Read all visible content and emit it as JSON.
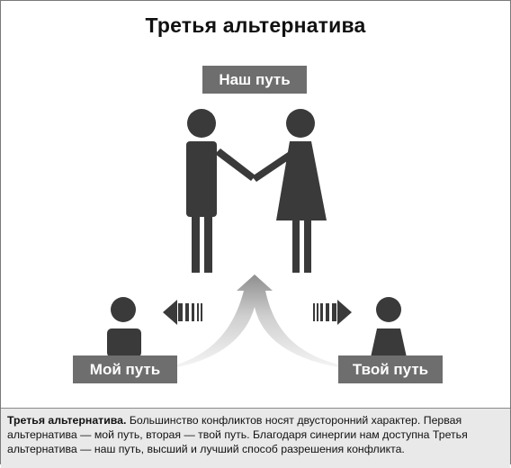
{
  "title": "Третья альтернатива",
  "labels": {
    "our_way": "Наш путь",
    "my_way": "Мой путь",
    "your_way": "Твой путь"
  },
  "caption": {
    "lead": "Третья альтернатива.",
    "text": " Большинство конфликтов носят двусторонний характер. Первая альтернатива — мой путь, вторая — твой путь. Благодаря синергии нам доступна Третья альтернатива — наш путь, высший и лучший способ разрешения конфликта."
  },
  "icons": [
    "man-icon",
    "woman-icon",
    "person-left-icon",
    "person-right-icon",
    "arrow-left-icon",
    "arrow-right-icon",
    "curved-arrow-icon"
  ],
  "colors": {
    "figure": "#3a3a3a",
    "label_bg": "#6e6e6e",
    "caption_bg": "#e9e9e9",
    "arrow_gradient_light": "#f2f2f2",
    "arrow_gradient_dark": "#8e8e8e"
  }
}
